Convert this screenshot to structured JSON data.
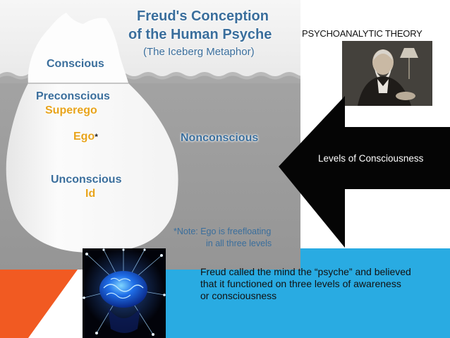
{
  "iceberg": {
    "title_line1": "Freud's Conception",
    "title_line2": "of the Human Psyche",
    "subtitle": "(The Iceberg Metaphor)",
    "conscious": "Conscious",
    "preconscious": "Preconscious",
    "superego": "Superego",
    "ego": "Ego",
    "ego_mark": "*",
    "nonconscious": "Nonconscious",
    "unconscious": "Unconscious",
    "id": "Id",
    "note_line1": "*Note: Ego is freefloating",
    "note_line2": "in all three levels"
  },
  "slide": {
    "heading": "PSYCHOANALYTIC THEORY",
    "arrow_label": "Levels of Consciousness",
    "caption": "Freud called the mind the “psyche” and believed that it functioned on three levels of awareness or consciousness"
  },
  "colors": {
    "water": "#9c9c9c",
    "sky": "#eeeeee",
    "ice": "#f7f7f7",
    "text_blue": "#3a6e9c",
    "text_orange": "#e8a41c",
    "accent_orange": "#f15a22",
    "accent_cyan": "#29abe2",
    "arrow_black": "#050505"
  }
}
